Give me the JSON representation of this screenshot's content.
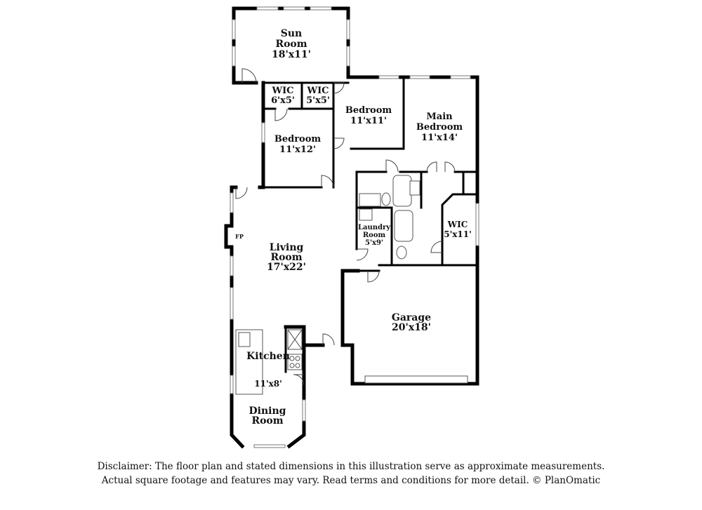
{
  "rooms": {
    "sun_room": {
      "name_line1": "Sun",
      "name_line2": "Room",
      "size": "18'x11'"
    },
    "wic_left": {
      "name": "WIC",
      "size": "6'x5'"
    },
    "wic_mid": {
      "name": "WIC",
      "size": "5'x5'"
    },
    "bedroom_upper": {
      "name": "Bedroom",
      "size": "11'x11'"
    },
    "main_bedroom": {
      "name_line1": "Main",
      "name_line2": "Bedroom",
      "size": "11'x14'"
    },
    "bedroom_left": {
      "name": "Bedroom",
      "size": "11'x12'"
    },
    "laundry": {
      "name_line1": "Laundry",
      "name_line2": "Room",
      "size": "5'x9'"
    },
    "wic_right": {
      "name": "WIC",
      "size": "5'x11'"
    },
    "living_room": {
      "name_line1": "Living",
      "name_line2": "Room",
      "size": "17'x22'"
    },
    "fireplace": {
      "name": "FP"
    },
    "garage": {
      "name": "Garage",
      "size": "20'x18'"
    },
    "kitchen": {
      "name": "Kitchen",
      "size": "11'x8'"
    },
    "dining_room": {
      "name_line1": "Dining",
      "name_line2": "Room"
    }
  },
  "disclaimer": {
    "line1": "Disclaimer: The floor plan and stated dimensions in this illustration serve as approximate measurements.",
    "line2": "Actual square footage and features may vary. Read terms and conditions for more detail. © PlanOmatic"
  }
}
